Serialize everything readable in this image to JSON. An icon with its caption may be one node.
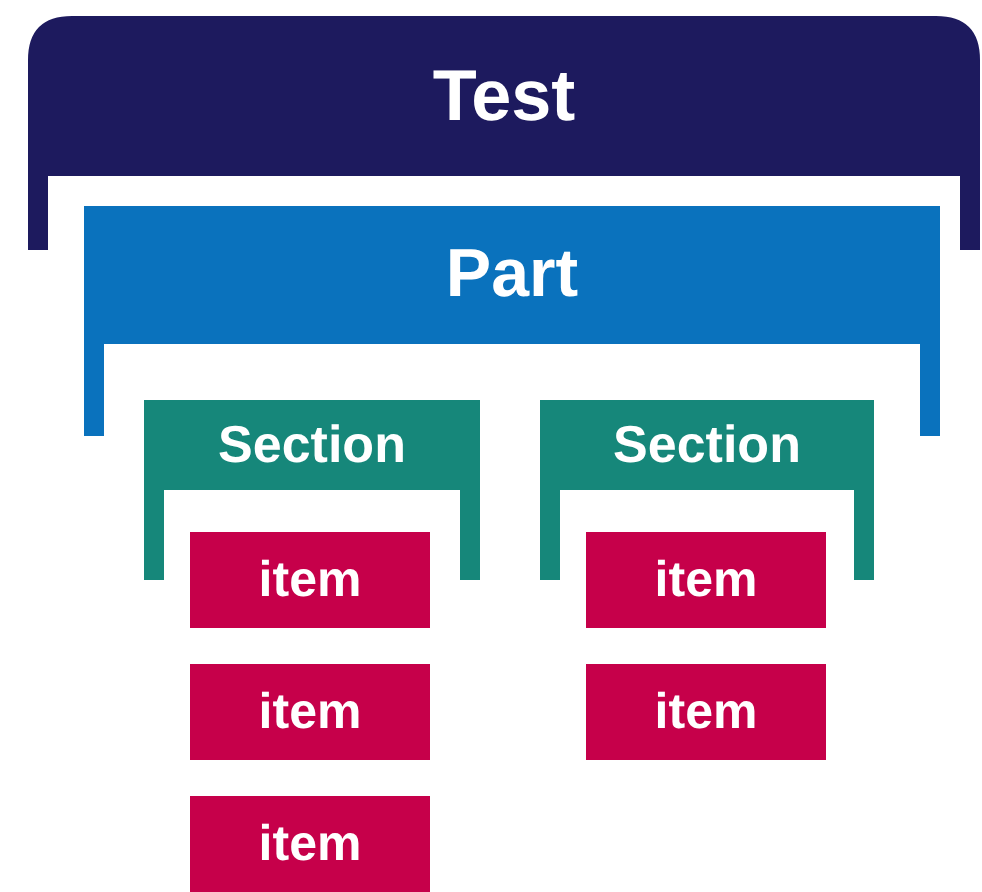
{
  "diagram": {
    "nodes": [
      {
        "text": [
          "Test"
        ]
      },
      {
        "text": [
          "Part"
        ]
      },
      {
        "text": [
          "Section"
        ]
      },
      {
        "text": [
          "item"
        ]
      },
      {
        "text": [
          "item"
        ]
      },
      {
        "text": [
          "item"
        ]
      },
      {
        "text": [
          "Section"
        ]
      },
      {
        "text": [
          "item"
        ]
      },
      {
        "text": [
          "item"
        ]
      }
    ]
  }
}
